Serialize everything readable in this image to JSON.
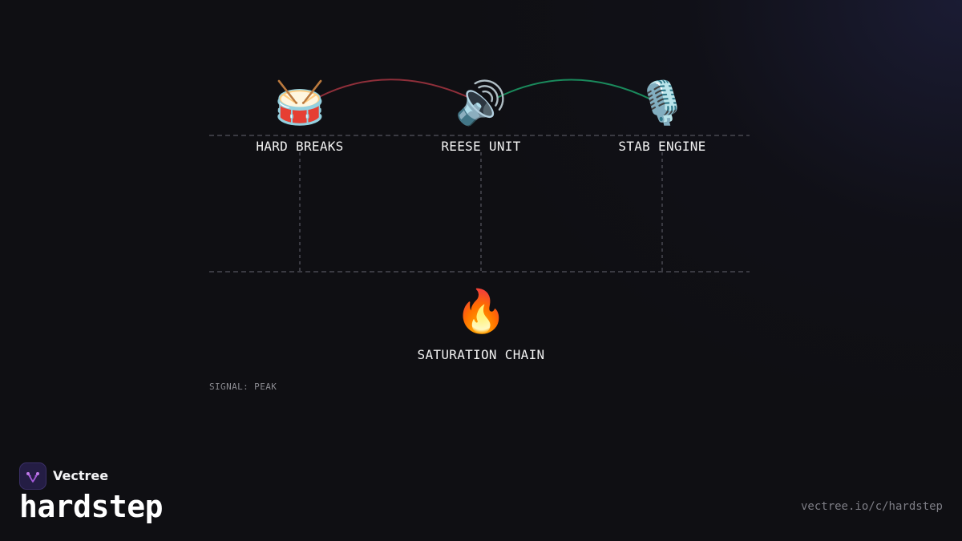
{
  "diagram": {
    "nodes": [
      {
        "id": "hard-breaks",
        "label": "HARD BREAKS",
        "icon": "🥁",
        "icon_name": "drum-icon"
      },
      {
        "id": "reese-unit",
        "label": "REESE UNIT",
        "icon": "🔊",
        "icon_name": "speaker-icon"
      },
      {
        "id": "stab-engine",
        "label": "STAB ENGINE",
        "icon": "🎙️",
        "icon_name": "microphone-icon"
      },
      {
        "id": "saturation-chain",
        "label": "SATURATION CHAIN",
        "icon": "🔥",
        "icon_name": "fire-icon"
      }
    ],
    "arcs": [
      {
        "from": "hard-breaks",
        "to": "reese-unit",
        "color": "#8f2f3a"
      },
      {
        "from": "reese-unit",
        "to": "stab-engine",
        "color": "#1a8a5c"
      }
    ],
    "feeds": [
      {
        "from": "hard-breaks",
        "to": "saturation-chain"
      },
      {
        "from": "reese-unit",
        "to": "saturation-chain"
      },
      {
        "from": "stab-engine",
        "to": "saturation-chain"
      }
    ],
    "signal_note": "SIGNAL: PEAK",
    "guide_color": "#3a3a42"
  },
  "brand": {
    "name": "Vectree",
    "logo_icon": "vectree-logo-icon",
    "logo_color": "#a35ad8"
  },
  "project": {
    "title": "hardstep",
    "url": "vectree.io/c/hardstep"
  },
  "colors": {
    "background": "#0f0f13",
    "text": "#f2f2f2",
    "muted": "#7d7d85"
  }
}
